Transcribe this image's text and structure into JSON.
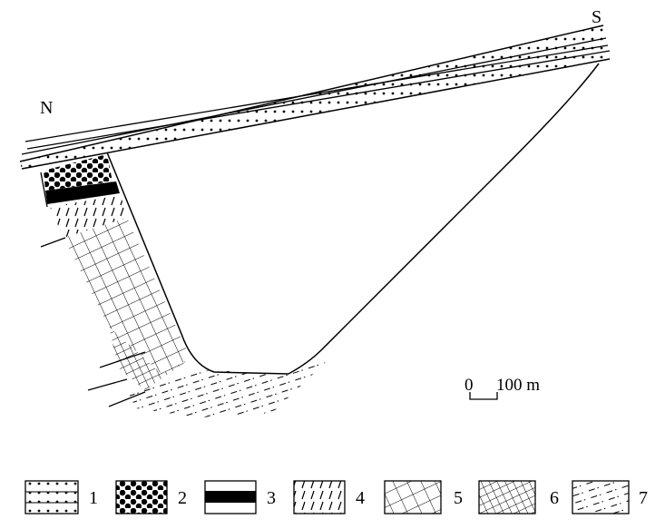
{
  "section": {
    "north_label": "N",
    "south_label": "S"
  },
  "scale_bar": {
    "zero_label": "0",
    "length_label": "100 m"
  },
  "legend": {
    "items": [
      {
        "number": "1",
        "pattern": "fine-dots-banded"
      },
      {
        "number": "2",
        "pattern": "coarse-dots"
      },
      {
        "number": "3",
        "pattern": "solid-black"
      },
      {
        "number": "4",
        "pattern": "oblique-dashes"
      },
      {
        "number": "5",
        "pattern": "slanted-grid"
      },
      {
        "number": "6",
        "pattern": "dense-slanted-grid"
      },
      {
        "number": "7",
        "pattern": "dash-dot"
      }
    ]
  }
}
